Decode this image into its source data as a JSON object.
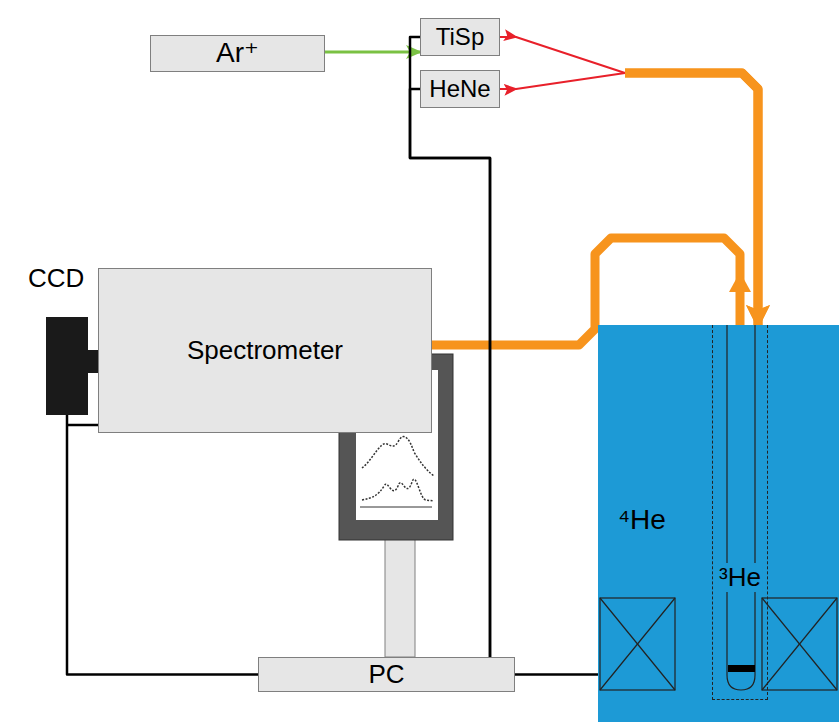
{
  "diagram": {
    "nodes": [
      {
        "text": [
          "Ar⁺"
        ]
      },
      {
        "text": [
          "TiSp"
        ]
      },
      {
        "text": [
          "HeNe"
        ]
      },
      {
        "text": [
          "CCD"
        ]
      },
      {
        "text": [
          "Spectrometer"
        ]
      },
      {
        "text": [
          "⁴He"
        ]
      },
      {
        "text": [
          "³He"
        ],
        "in": 5
      },
      {
        "text": [
          "PC"
        ]
      }
    ],
    "edges": [
      {
        "from": 0,
        "to": 1,
        "arrow": "to"
      },
      {
        "from": 1,
        "to": 6,
        "arrow": "to"
      },
      {
        "from": 2,
        "to": 6,
        "arrow": "to"
      },
      {
        "from": 6,
        "to": 4,
        "arrow": "to"
      },
      {
        "from": 3,
        "to": 7,
        "arrow": "none"
      },
      {
        "from": 4,
        "to": 7,
        "arrow": "none"
      },
      {
        "from": 1,
        "to": 7,
        "arrow": "none"
      },
      {
        "from": 2,
        "to": 7,
        "arrow": "none"
      },
      {
        "from": 7,
        "to": 5,
        "arrow": "none"
      }
    ]
  }
}
